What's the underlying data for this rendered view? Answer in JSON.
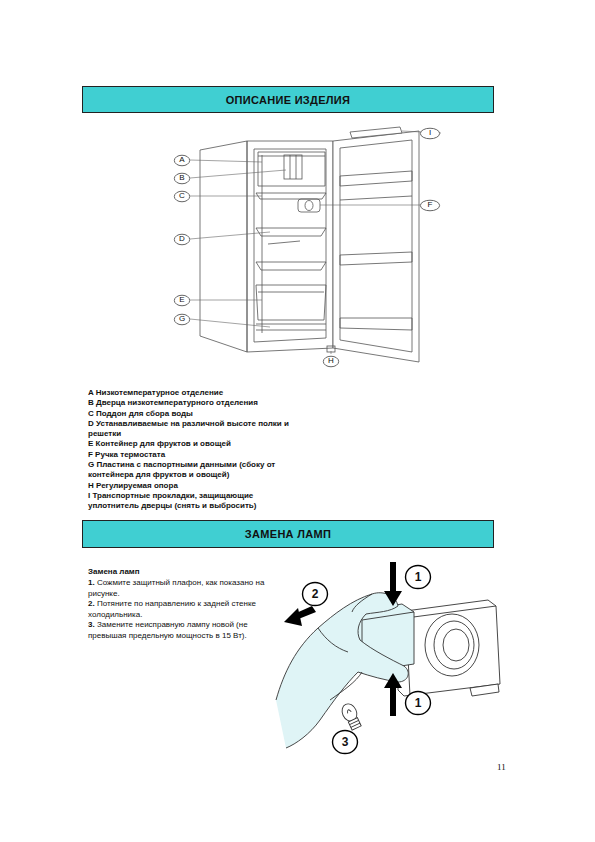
{
  "diagram": {
    "nodes": [
      {
        "text": [
          "ОПИСАНИЕ ИЗДЕЛИЯ"
        ]
      },
      {
        "text": [
          "I"
        ]
      },
      {
        "text": [
          "A"
        ]
      },
      {
        "text": [
          "B"
        ]
      },
      {
        "text": [
          "C"
        ]
      },
      {
        "text": [
          "F"
        ]
      },
      {
        "text": [
          "D"
        ]
      },
      {
        "text": [
          "E"
        ]
      },
      {
        "text": [
          "G"
        ]
      },
      {
        "text": [
          "H"
        ]
      },
      {
        "text": [
          "ЗАМЕНА ЛАМП"
        ]
      },
      {
        "text": [
          "1"
        ]
      },
      {
        "text": [
          "2"
        ]
      },
      {
        "text": [
          "1"
        ]
      },
      {
        "text": [
          "3"
        ]
      }
    ],
    "labels": [
      "A Низкотемпературное отделение",
      "B Дверца низкотемпературного отделения",
      "C Поддон для сбора воды",
      "D Устанавливаемые на различной высоте полки и решетки",
      "E Контейнер для фруктов и овощей",
      "F Ручка термостата",
      "G Пластина с паспортными данными (сбоку от контейнера для фруктов и овощей)",
      "H Регулируемая опора",
      "I Транспортные прокладки, защищающие уплотнитель дверцы (снять и выбросить)",
      "Замена ламп",
      "1.",
      "Сожмите защитный плафон, как показано на рисунке.",
      "2.",
      "Потяните по направлению к задней стенке холодильника.",
      "3.",
      "Замените неисправную лампу новой (не превышая предельную мощность в 15 Вт).",
      "11"
    ]
  }
}
